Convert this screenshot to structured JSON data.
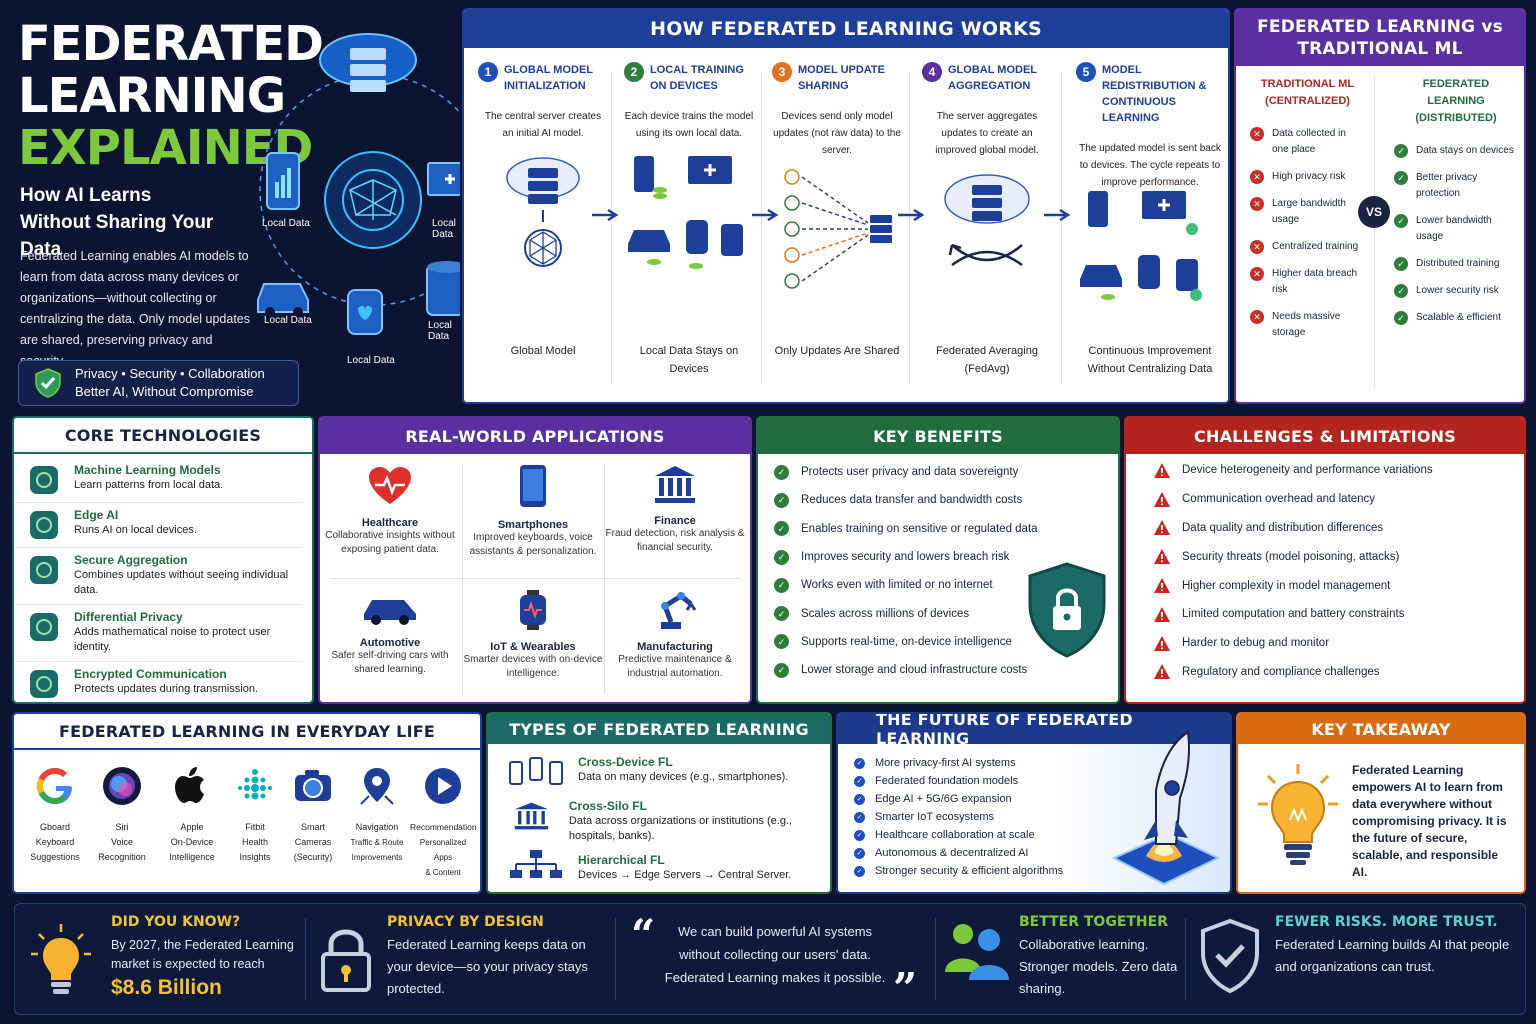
{
  "hero": {
    "title_line1": "FEDERATED",
    "title_line2": "LEARNING",
    "title_line3": "EXPLAINED",
    "subtitle": "How AI Learns Without Sharing Your Data",
    "description": "Federated Learning enables AI models to learn from data across many devices or organizations—without collecting or centralizing the data. Only model updates are shared, preserving privacy and security.",
    "badge_line1": "Privacy • Security • Collaboration",
    "badge_line2": "Better AI, Without Compromise",
    "node_labels": [
      "Local Data",
      "Local Data",
      "Local Data",
      "Local Data",
      "Local Data"
    ]
  },
  "how": {
    "title": "HOW FEDERATED LEARNING WORKS",
    "steps": [
      {
        "num": "1",
        "title": "GLOBAL MODEL INITIALIZATION",
        "desc": "The central server creates an initial AI model.",
        "caption": "Global Model",
        "color": "#1d4fbf"
      },
      {
        "num": "2",
        "title": "LOCAL TRAINING ON DEVICES",
        "desc": "Each device trains the model using its own local data.",
        "caption": "Local Data Stays on Devices",
        "color": "#2f7d3d"
      },
      {
        "num": "3",
        "title": "MODEL UPDATE SHARING",
        "desc": "Devices send only model updates (not raw data) to the server.",
        "caption": "Only Updates Are Shared",
        "color": "#e0731c"
      },
      {
        "num": "4",
        "title": "GLOBAL MODEL AGGREGATION",
        "desc": "The server aggregates updates to create an improved global model.",
        "caption": "Federated Averaging (FedAvg)",
        "color": "#5a2fa0"
      },
      {
        "num": "5",
        "title": "MODEL REDISTRIBUTION & CONTINUOUS LEARNING",
        "desc": "The updated model is sent back to devices. The cycle repeats to improve performance.",
        "caption": "Continuous Improvement Without Centralizing Data",
        "color": "#1d4fbf"
      }
    ]
  },
  "compare": {
    "title": "FEDERATED LEARNING vs TRADITIONAL ML",
    "vs": "VS",
    "left_title": "TRADITIONAL ML (CENTRALIZED)",
    "right_title": "FEDERATED LEARNING (DISTRIBUTED)",
    "left_items": [
      "Data collected in one place",
      "High privacy risk",
      "Large bandwidth usage",
      "Centralized training",
      "Higher data breach risk",
      "Needs massive storage"
    ],
    "right_items": [
      "Data stays on devices",
      "Better privacy protection",
      "Lower bandwidth usage",
      "Distributed training",
      "Lower security risk",
      "Scalable & efficient"
    ]
  },
  "core": {
    "title": "CORE TECHNOLOGIES",
    "items": [
      {
        "name": "Machine Learning Models",
        "desc": "Learn patterns from local data."
      },
      {
        "name": "Edge AI",
        "desc": "Runs AI on local devices."
      },
      {
        "name": "Secure Aggregation",
        "desc": "Combines updates without seeing individual data."
      },
      {
        "name": "Differential Privacy",
        "desc": "Adds mathematical noise to protect user identity."
      },
      {
        "name": "Encrypted Communication",
        "desc": "Protects updates during transmission."
      }
    ]
  },
  "apps": {
    "title": "REAL-WORLD APPLICATIONS",
    "items": [
      {
        "name": "Healthcare",
        "desc": "Collaborative insights without exposing patient data."
      },
      {
        "name": "Smartphones",
        "desc": "Improved keyboards, voice assistants & personalization."
      },
      {
        "name": "Finance",
        "desc": "Fraud detection, risk analysis & financial security."
      },
      {
        "name": "Automotive",
        "desc": "Safer self-driving cars with shared learning."
      },
      {
        "name": "IoT & Wearables",
        "desc": "Smarter devices with on-device intelligence."
      },
      {
        "name": "Manufacturing",
        "desc": "Predictive maintenance & industrial automation."
      }
    ]
  },
  "benefits": {
    "title": "KEY BENEFITS",
    "items": [
      "Protects user privacy and data sovereignty",
      "Reduces data transfer and bandwidth costs",
      "Enables training on sensitive or regulated data",
      "Improves security and lowers breach risk",
      "Works even with limited or no internet",
      "Scales across millions of devices",
      "Supports real-time, on-device intelligence",
      "Lower storage and cloud infrastructure costs"
    ]
  },
  "challenges": {
    "title": "CHALLENGES & LIMITATIONS",
    "items": [
      "Device heterogeneity and performance variations",
      "Communication overhead and latency",
      "Data quality and distribution differences",
      "Security threats (model poisoning, attacks)",
      "Higher complexity in model management",
      "Limited computation and battery constraints",
      "Harder to debug and monitor",
      "Regulatory and compliance challenges"
    ]
  },
  "everyday": {
    "title": "FEDERATED LEARNING IN EVERYDAY LIFE",
    "items": [
      {
        "l1": "Gboard",
        "l2": "Keyboard",
        "l3": "Suggestions"
      },
      {
        "l1": "Siri",
        "l2": "Voice",
        "l3": "Recognition"
      },
      {
        "l1": "Apple",
        "l2": "On-Device",
        "l3": "Intelligence"
      },
      {
        "l1": "Fitbit",
        "l2": "Health",
        "l3": "Insights"
      },
      {
        "l1": "Smart",
        "l2": "Cameras",
        "l3": "(Security)"
      },
      {
        "l1": "Navigation",
        "l2": "Traffic & Route",
        "l3": "Improvements"
      },
      {
        "l1": "Recommendation",
        "l2": "Personalized Apps",
        "l3": "& Content"
      }
    ]
  },
  "types": {
    "title": "TYPES OF FEDERATED LEARNING",
    "items": [
      {
        "name": "Cross-Device FL",
        "desc": "Data on many devices (e.g., smartphones)."
      },
      {
        "name": "Cross-Silo FL",
        "desc": "Data across organizations or institutions (e.g., hospitals, banks)."
      },
      {
        "name": "Hierarchical FL",
        "desc": "Devices → Edge Servers → Central Server."
      }
    ]
  },
  "future": {
    "title": "THE FUTURE OF FEDERATED LEARNING",
    "items": [
      "More privacy-first AI systems",
      "Federated foundation models",
      "Edge AI + 5G/6G expansion",
      "Smarter IoT ecosystems",
      "Healthcare collaboration at scale",
      "Autonomous & decentralized AI",
      "Stronger security & efficient algorithms"
    ]
  },
  "takeaway": {
    "title": "KEY TAKEAWAY",
    "text": "Federated Learning empowers AI to learn from data everywhere without compromising privacy. It is the future of secure, scalable, and responsible AI."
  },
  "footer": {
    "did_you_know_title": "DID YOU KNOW?",
    "did_you_know_text": "By 2027, the Federated Learning market is expected to reach",
    "did_you_know_value": "$8.6 Billion",
    "privacy_title": "PRIVACY BY DESIGN",
    "privacy_text": "Federated Learning keeps data on your device—so your privacy stays protected.",
    "quote": "We can build powerful AI systems without collecting our users' data. Federated Learning makes it possible.",
    "together_title": "BETTER TOGETHER",
    "together_text": "Collaborative learning. Stronger models. Zero data sharing.",
    "trust_title": "FEWER RISKS. MORE TRUST.",
    "trust_text": "Federated Learning builds AI that people and organizations can trust."
  },
  "colors": {
    "accent_green": "#7cc93a",
    "brand_blue": "#1d3f9a",
    "purple": "#5a2fa0",
    "red": "#b3251e",
    "teal": "#1a6a66",
    "orange": "#d86b12",
    "gold": "#f2c230"
  },
  "icons": [
    "cloud-server-icon",
    "brain-network-icon",
    "phone-icon",
    "laptop-icon",
    "car-icon",
    "watch-icon",
    "database-icon",
    "shield-check-icon",
    "heart-icon",
    "bank-icon",
    "robot-arm-icon",
    "lock-icon",
    "lightbulb-icon",
    "rocket-icon",
    "people-icon",
    "chip-icon",
    "google-icon",
    "siri-icon",
    "apple-icon",
    "fitbit-icon",
    "camera-icon",
    "location-pin-icon",
    "play-icon"
  ]
}
